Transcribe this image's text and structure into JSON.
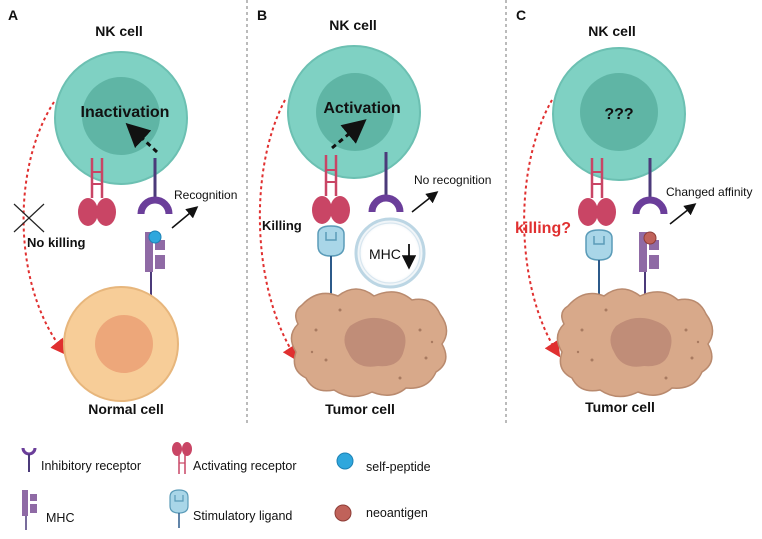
{
  "panels": {
    "A": {
      "letter": "A",
      "top_label": "NK cell",
      "state": "Inactivation",
      "recognition": "Recognition",
      "killing": "No killing",
      "bottom_label": "Normal cell"
    },
    "B": {
      "letter": "B",
      "top_label": "NK cell",
      "state": "Activation",
      "recognition": "No recognition",
      "killing": "Killing",
      "mhc": "MHC",
      "bottom_label": "Tumor cell"
    },
    "C": {
      "letter": "C",
      "top_label": "NK cell",
      "state": "???",
      "recognition": "Changed affinity",
      "killing": "killing?",
      "bottom_label": "Tumor cell"
    }
  },
  "legend": {
    "inhibitory": "Inhibitory receptor",
    "activating": "Activating receptor",
    "self_peptide": "self-peptide",
    "mhc": "MHC",
    "stimulatory": "Stimulatory ligand",
    "neoantigen": "neoantigen"
  },
  "colors": {
    "nk_outer": "#7fd1c3",
    "nk_inner": "#5fb5a5",
    "normal_outer": "#f7cd98",
    "normal_inner": "#eda77a",
    "tumor": "#d8a98a",
    "tumor_nucleus": "#c08d78",
    "inhibitory": "#6b3e9a",
    "activating": "#c94565",
    "mhc": "#8f6aa5",
    "stimulatory": "#a9d6e8",
    "self_peptide": "#2fa7dd",
    "neoantigen": "#c0625a",
    "arrow_red": "#e03030"
  }
}
